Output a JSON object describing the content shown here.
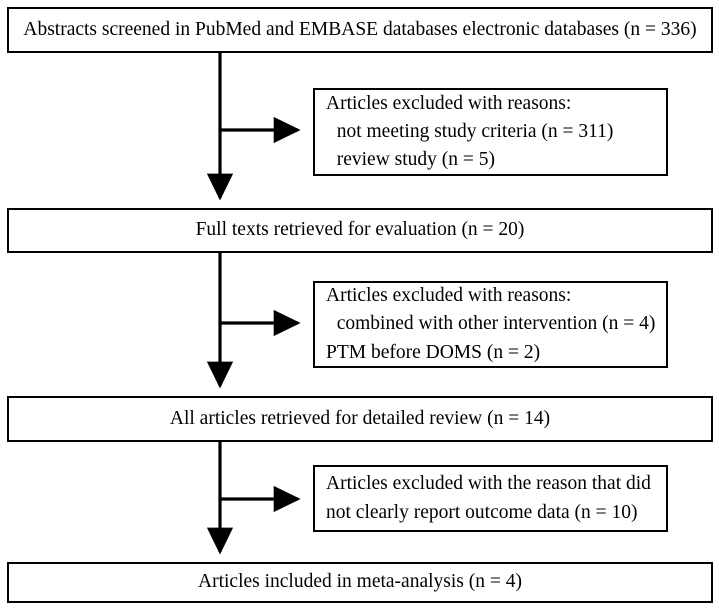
{
  "diagram": {
    "title": "PRISMA study selection flow diagram",
    "colors": {
      "background": "#ffffff",
      "stroke": "#000000",
      "text": "#000000"
    },
    "main_boxes": [
      {
        "id": "screened",
        "lines": [
          "Abstracts screened in PubMed and EMBASE  databases electronic databases (n = 336)"
        ]
      },
      {
        "id": "full-texts",
        "lines": [
          "Full texts retrieved for evaluation (n = 20)"
        ]
      },
      {
        "id": "detailed-review",
        "lines": [
          "All  articles retrieved for detailed  review (n = 14)"
        ]
      },
      {
        "id": "included",
        "lines": [
          "Articles included in meta-analysis (n = 4)"
        ]
      }
    ],
    "side_boxes": [
      {
        "id": "excluded-1",
        "lines": [
          "Articles excluded  with reasons:",
          "not meeting study criteria (n = 311)",
          "review study (n = 5)"
        ]
      },
      {
        "id": "excluded-2",
        "lines": [
          "Articles excluded  with reasons:",
          "combined  with other intervention (n = 4)",
          "PTM before DOMS (n = 2)"
        ]
      },
      {
        "id": "excluded-3",
        "lines": [
          "Articles excluded  with the reason that did",
          "not clearly report outcome data (n = 10)"
        ]
      }
    ],
    "connectors": [
      {
        "id": "trunk-1",
        "from": "screened",
        "to": "full-texts",
        "branch_to": "excluded-1"
      },
      {
        "id": "trunk-2",
        "from": "full-texts",
        "to": "detailed-review",
        "branch_to": "excluded-2"
      },
      {
        "id": "trunk-3",
        "from": "detailed-review",
        "to": "included",
        "branch_to": "excluded-3"
      }
    ]
  }
}
